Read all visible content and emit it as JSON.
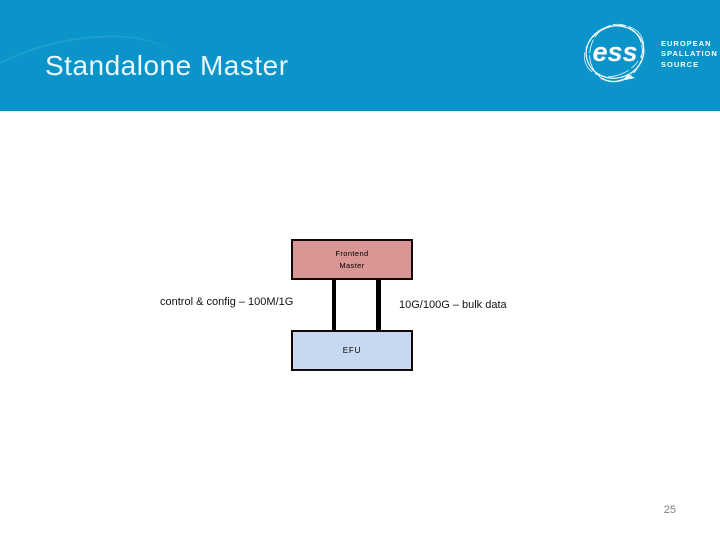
{
  "slide": {
    "title": "Standalone Master",
    "page_number": "25"
  },
  "logo": {
    "short_name": "ess",
    "org_lines": [
      "EUROPEAN",
      "SPALLATION",
      "SOURCE"
    ]
  },
  "diagram": {
    "frontend_box": {
      "line1": "Frontend",
      "line2": "Master"
    },
    "efu_box": {
      "label": "EFU"
    },
    "left_label": "control & config – 100M/1G",
    "right_label": "10G/100G – bulk data"
  },
  "colors": {
    "header_blue": "#0a94c9",
    "frontend_fill": "#d99694",
    "efu_fill": "#c6d9f0",
    "connector": "#000000",
    "title_text": "#e9f7fb"
  }
}
